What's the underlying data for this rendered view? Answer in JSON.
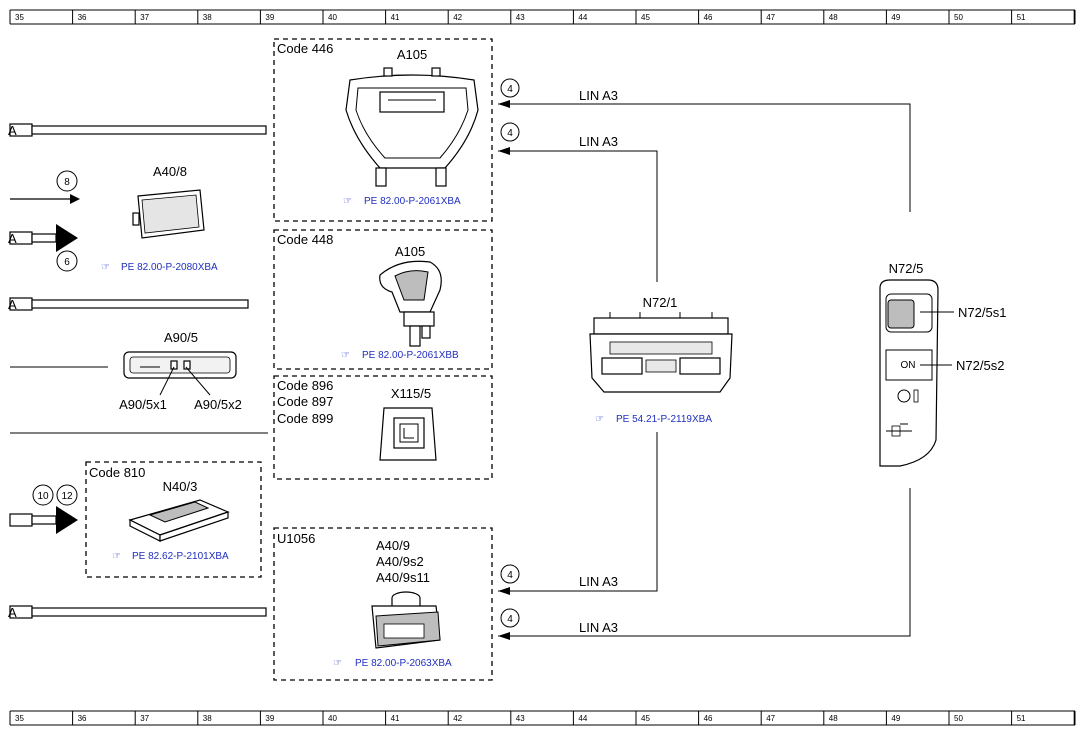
{
  "ruler": {
    "columns": [
      "35",
      "36",
      "37",
      "38",
      "39",
      "40",
      "41",
      "42",
      "43",
      "44",
      "45",
      "46",
      "47",
      "48",
      "49",
      "50",
      "51"
    ]
  },
  "components": {
    "a40_8": {
      "label": "A40/8",
      "ref": "PE 82.00-P-2080XBA"
    },
    "a90_5": {
      "label": "A90/5",
      "x1": "A90/5x1",
      "x2": "A90/5x2"
    },
    "n40_3": {
      "code": "Code 810",
      "label": "N40/3",
      "ref": "PE 82.62-P-2101XBA"
    },
    "a105_446": {
      "code": "Code 446",
      "label": "A105",
      "ref": "PE 82.00-P-2061XBA"
    },
    "a105_448": {
      "code": "Code 448",
      "label": "A105",
      "ref": "PE 82.00-P-2061XBB"
    },
    "x115_5": {
      "codes": [
        "Code 896",
        "Code 897",
        "Code 899"
      ],
      "label": "X115/5"
    },
    "u1056": {
      "code": "U1056",
      "labels": [
        "A40/9",
        "A40/9s2",
        "A40/9s11"
      ],
      "ref": "PE 82.00-P-2063XBA"
    },
    "n72_1": {
      "label": "N72/1",
      "ref": "PE 54.21-P-2119XBA"
    },
    "n72_5": {
      "label": "N72/5",
      "s1": "N72/5s1",
      "s2": "N72/5s2",
      "on_label": "ON"
    }
  },
  "buses": [
    {
      "label": "LIN A3",
      "marker": "4"
    },
    {
      "label": "LIN A3",
      "marker": "4"
    },
    {
      "label": "LIN A3",
      "marker": "4"
    },
    {
      "label": "LIN A3",
      "marker": "4"
    }
  ],
  "left_connectors": {
    "a_letters": [
      "A",
      "A",
      "A",
      "A"
    ],
    "markers": [
      "8",
      "6",
      "10",
      "12"
    ]
  }
}
